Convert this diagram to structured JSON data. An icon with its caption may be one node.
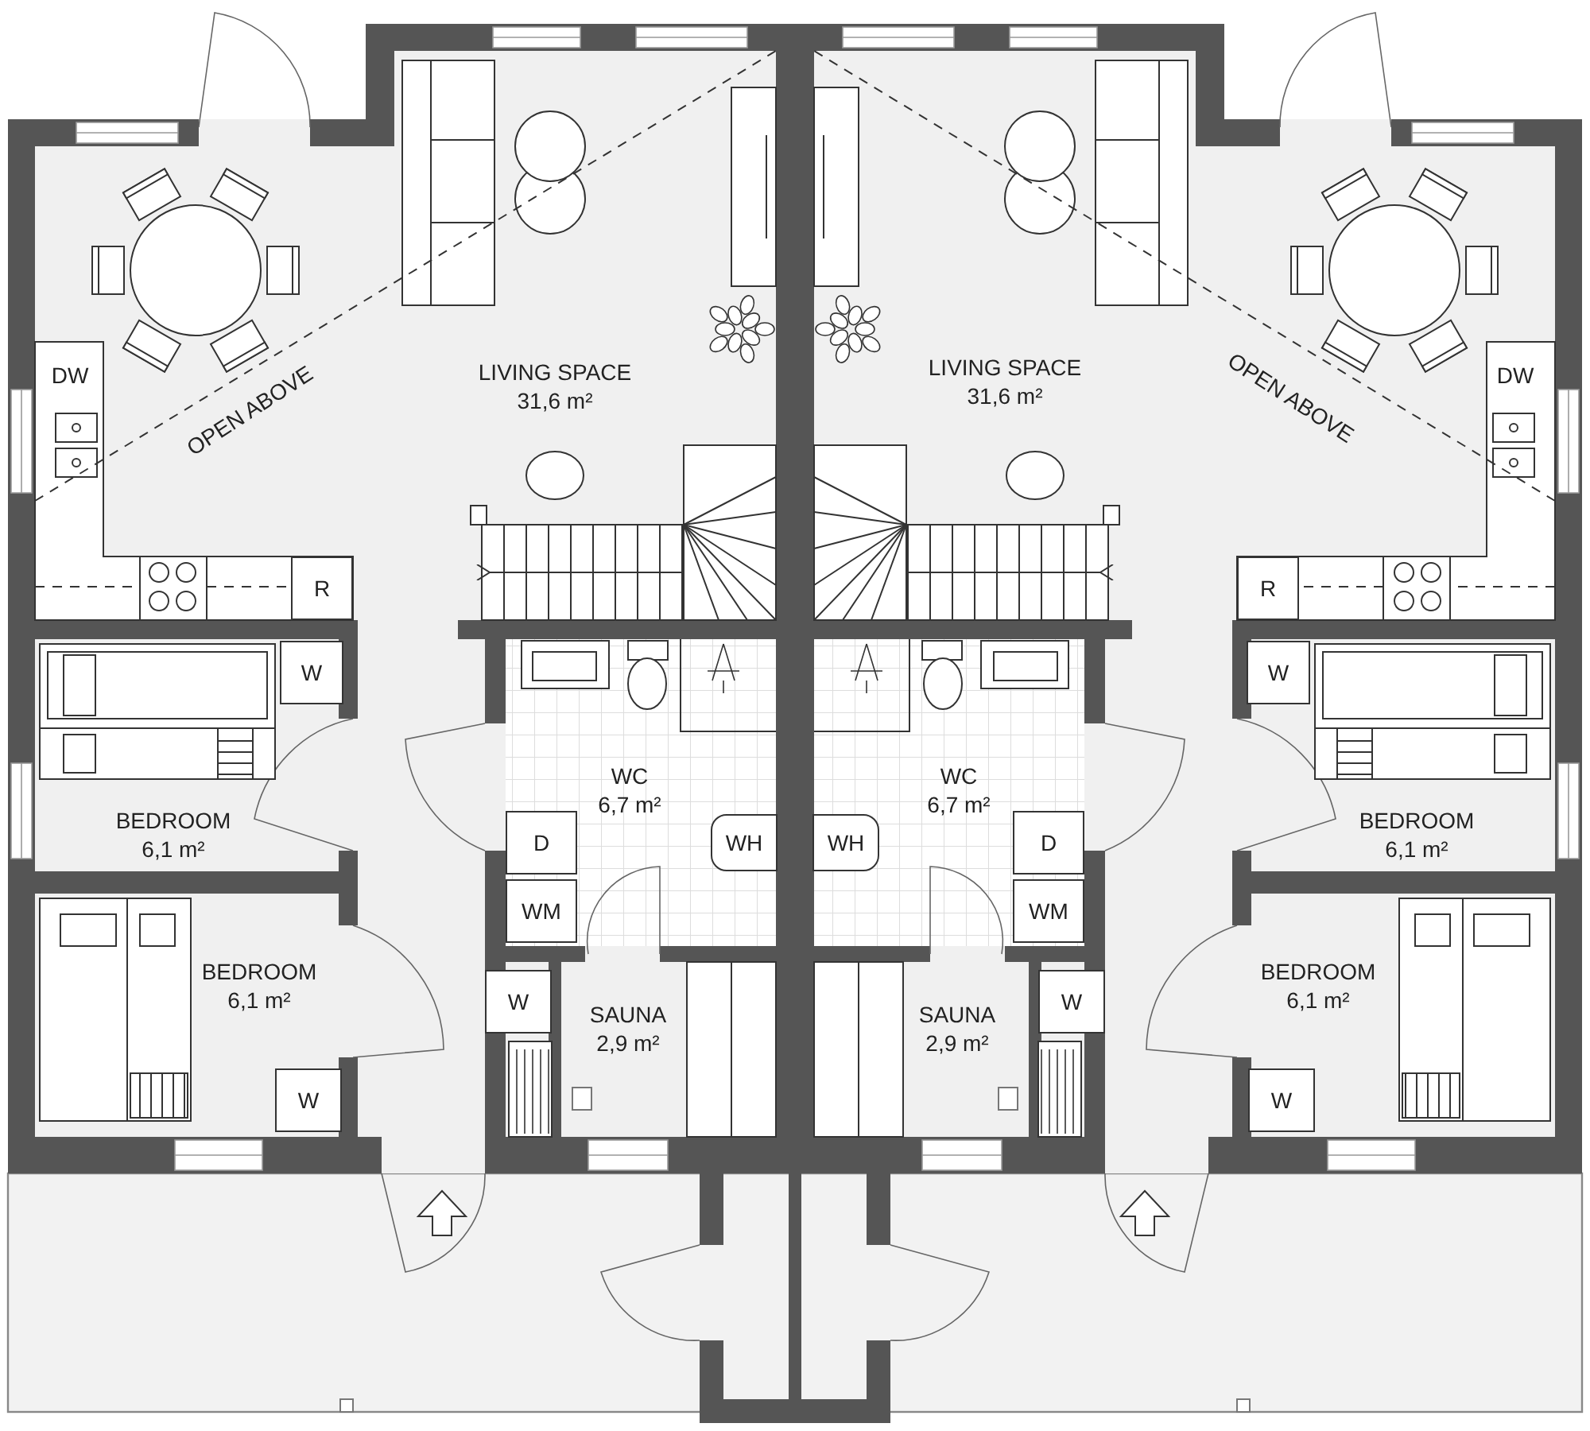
{
  "diagram": {
    "nodes": [
      {
        "text": [
          "R"
        ]
      },
      {
        "text": [
          "R"
        ]
      },
      {
        "text": [
          "W"
        ]
      },
      {
        "text": [
          "W"
        ]
      },
      {
        "text": [
          "D"
        ]
      },
      {
        "text": [
          "WH"
        ]
      },
      {
        "text": [
          "WH"
        ]
      },
      {
        "text": [
          "D"
        ]
      },
      {
        "text": [
          "WM"
        ]
      },
      {
        "text": [
          "WM"
        ]
      },
      {
        "text": [
          "W"
        ]
      },
      {
        "text": [
          "W"
        ]
      },
      {
        "text": [
          "W"
        ]
      },
      {
        "text": [
          "W"
        ]
      }
    ],
    "labels": [
      "DW",
      "LIVING SPACE",
      "LIVING SPACE",
      "DW",
      "31,6 m²",
      "31,6 m²",
      "OPEN ABOVE",
      "OPEN ABOVE",
      "WC",
      "WC",
      "6,7 m²",
      "6,7 m²",
      "BEDROOM",
      "BEDROOM",
      "6,1 m²",
      "6,1 m²",
      "BEDROOM",
      "BEDROOM",
      "6,1 m²",
      "6,1 m²",
      "SAUNA",
      "SAUNA",
      "2,9 m²",
      "2,9 m²"
    ]
  }
}
